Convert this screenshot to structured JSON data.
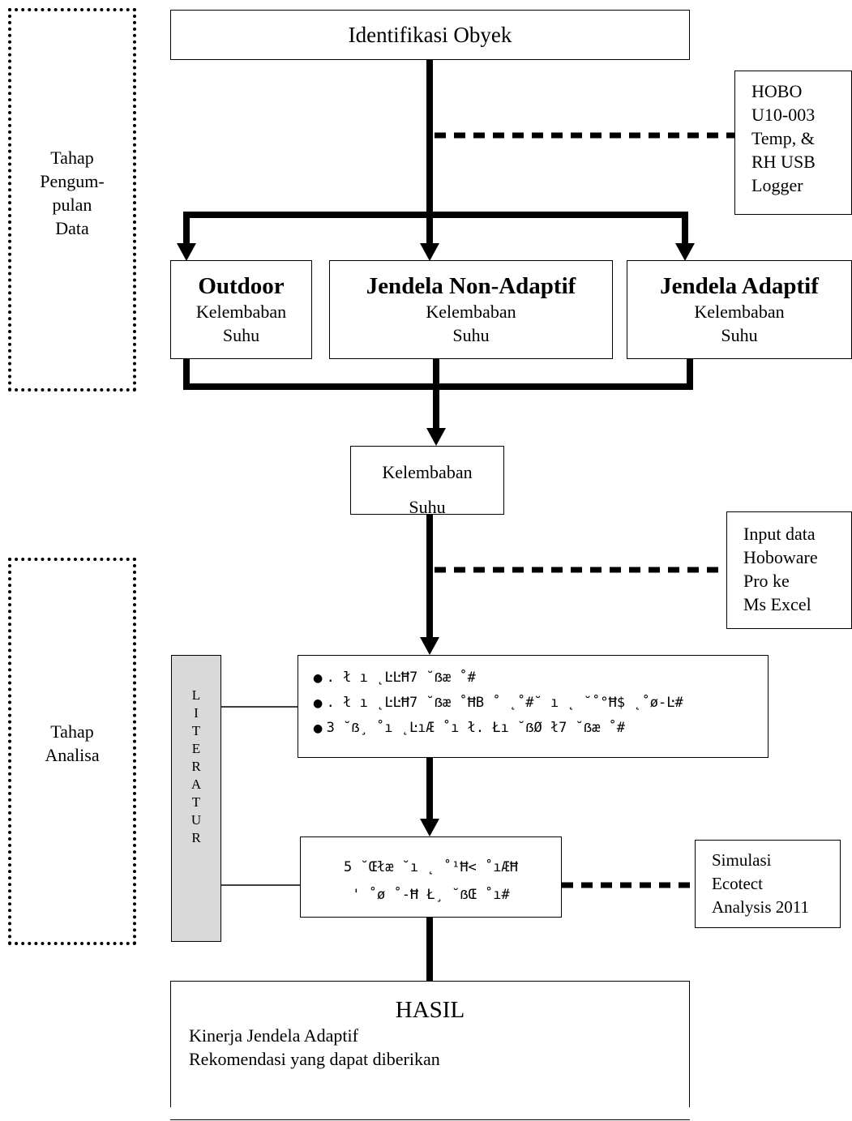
{
  "top": {
    "title": "Identifikasi Obyek"
  },
  "hobo": {
    "lines": [
      "HOBO",
      "U10-003",
      "Temp, &",
      "RH USB",
      "Logger"
    ]
  },
  "phase1": {
    "lines": [
      "Tahap",
      "Pengum-",
      "pulan",
      "Data"
    ]
  },
  "phase2": {
    "lines": [
      "Tahap",
      "Analisa"
    ]
  },
  "measure": [
    {
      "title": "Outdoor",
      "line1": "Kelembaban",
      "line2": "Suhu"
    },
    {
      "title": "Jendela Non-Adaptif",
      "line1": "Kelembaban",
      "line2": "Suhu"
    },
    {
      "title": "Jendela Adaptif",
      "line1": "Kelembaban",
      "line2": "Suhu"
    }
  ],
  "merge": {
    "line1": "Kelembaban",
    "line2": "Suhu"
  },
  "input": {
    "lines": [
      "Input data",
      "Hoboware",
      "Pro ke",
      "Ms Excel"
    ]
  },
  "literature": {
    "letters": [
      "L",
      "I",
      "T",
      "E",
      "R",
      "A",
      "T",
      "U",
      "R"
    ]
  },
  "analysis": {
    "items": [
      ". ł ı ˛ĿĿĦ7 ˘ẞæ ˚#",
      ". ł ı ˛ĿĿĦ7 ˘ẞæ ˚ĦB ˚ ˛˚#˘ ı ˛ ˘˚°Ħ$ ˛˚ø-Ŀ#",
      "3 ˘ẞ¸ ˚ı ˛ĿıÆ ˚ı ł. Łı ˘ẞØ ł7 ˘ẞæ ˚#"
    ]
  },
  "evaluation": {
    "line1": "5 ˘Œłæ ˘ı ˛ ˚¹Ħ< ˚ıÆĦ",
    "line2": "' ˚ø ˚-Ħ Ł¸ ˘ẞŒ ˚ı#"
  },
  "simulation": {
    "lines": [
      "Simulasi",
      "Ecotect",
      "Analysis 2011"
    ]
  },
  "result": {
    "title": "HASIL",
    "line1": "Kinerja Jendela Adaptif",
    "line2": "Rekomendasi yang dapat diberikan"
  }
}
